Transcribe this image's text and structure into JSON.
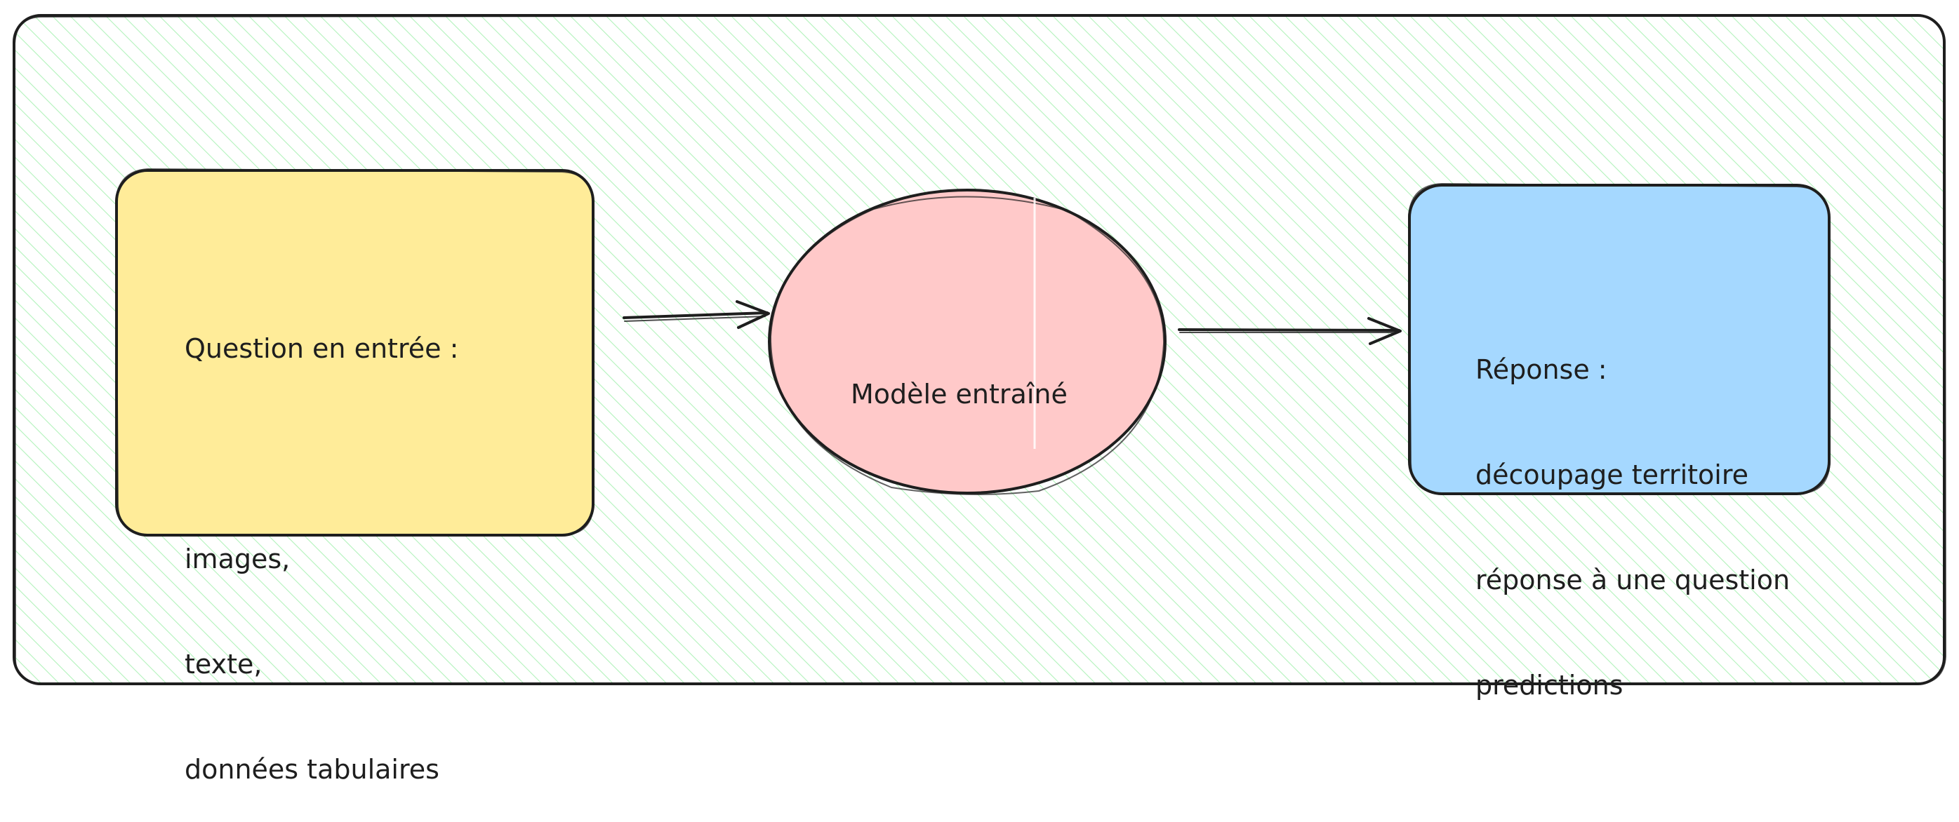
{
  "colors": {
    "frame_hatch": "#b2f2bb",
    "stroke": "#1e1e1e",
    "input_fill": "#ffec99",
    "model_fill": "#ffc9c9",
    "output_fill": "#a5d8ff"
  },
  "input_node": {
    "lines": [
      "Question en entrée :",
      "",
      "images,",
      "texte,",
      "données tabulaires"
    ]
  },
  "model_node": {
    "label": "Modèle entraîné"
  },
  "output_node": {
    "lines": [
      "Réponse :",
      "découpage territoire",
      "réponse à une question",
      "predictions"
    ]
  }
}
